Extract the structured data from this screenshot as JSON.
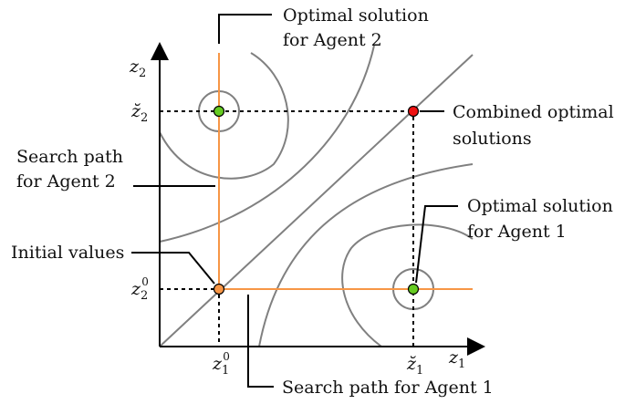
{
  "colors": {
    "axis": "#000000",
    "contour": "#808080",
    "search_path": "#f79646",
    "agent_optimum": "#66cc22",
    "combined_optimum": "#ee1111",
    "initial_point": "#f79646",
    "leader": "#000000"
  },
  "axes": {
    "x_var": "z",
    "x_sub": "1",
    "y_var": "z",
    "y_sub": "2"
  },
  "ticks": {
    "x_initial": {
      "var": "z",
      "sub": "1",
      "sup": "0"
    },
    "x_optimal": {
      "var": "z̆",
      "sub": "1"
    },
    "y_initial": {
      "var": "z",
      "sub": "2",
      "sup": "0"
    },
    "y_optimal": {
      "var": "z̆",
      "sub": "2"
    }
  },
  "annotations": {
    "agent2_optimum": [
      "Optimal solution",
      "for Agent 2"
    ],
    "combined": [
      "Combined optimal",
      "solutions"
    ],
    "search_agent2": [
      "Search path",
      "for Agent 2"
    ],
    "agent1_optimum": [
      "Optimal solution",
      "for Agent 1"
    ],
    "initial": "Initial values",
    "search_agent1": "Search path for Agent 1"
  }
}
